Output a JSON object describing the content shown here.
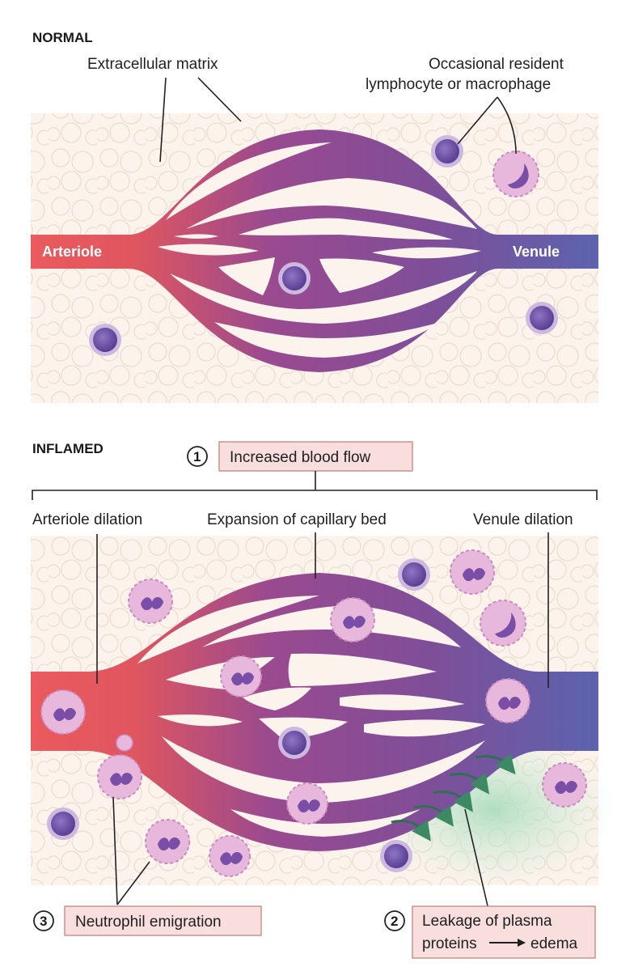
{
  "normal": {
    "title": "NORMAL",
    "extracellular_matrix": "Extracellular matrix",
    "resident_line1": "Occasional resident",
    "resident_line2": "lymphocyte or macrophage",
    "arteriole": "Arteriole",
    "venule": "Venule"
  },
  "inflamed": {
    "title": "INFLAMED",
    "step1_number": "1",
    "step1_label": "Increased blood flow",
    "arteriole_dilation": "Arteriole dilation",
    "capillary_expansion": "Expansion of capillary bed",
    "venule_dilation": "Venule dilation",
    "step3_number": "3",
    "step3_label": "Neutrophil emigration",
    "step2_number": "2",
    "step2_line1": "Leakage of plasma",
    "step2_line2": "proteins",
    "step2_line3": "edema"
  },
  "colors": {
    "arteriole": "#e85a5f",
    "capillary": "#8a4b95",
    "venule": "#5f63ac",
    "label_box": "#f9dede",
    "tissue": "#fbf3ec",
    "edema": "#b9e0c8"
  }
}
